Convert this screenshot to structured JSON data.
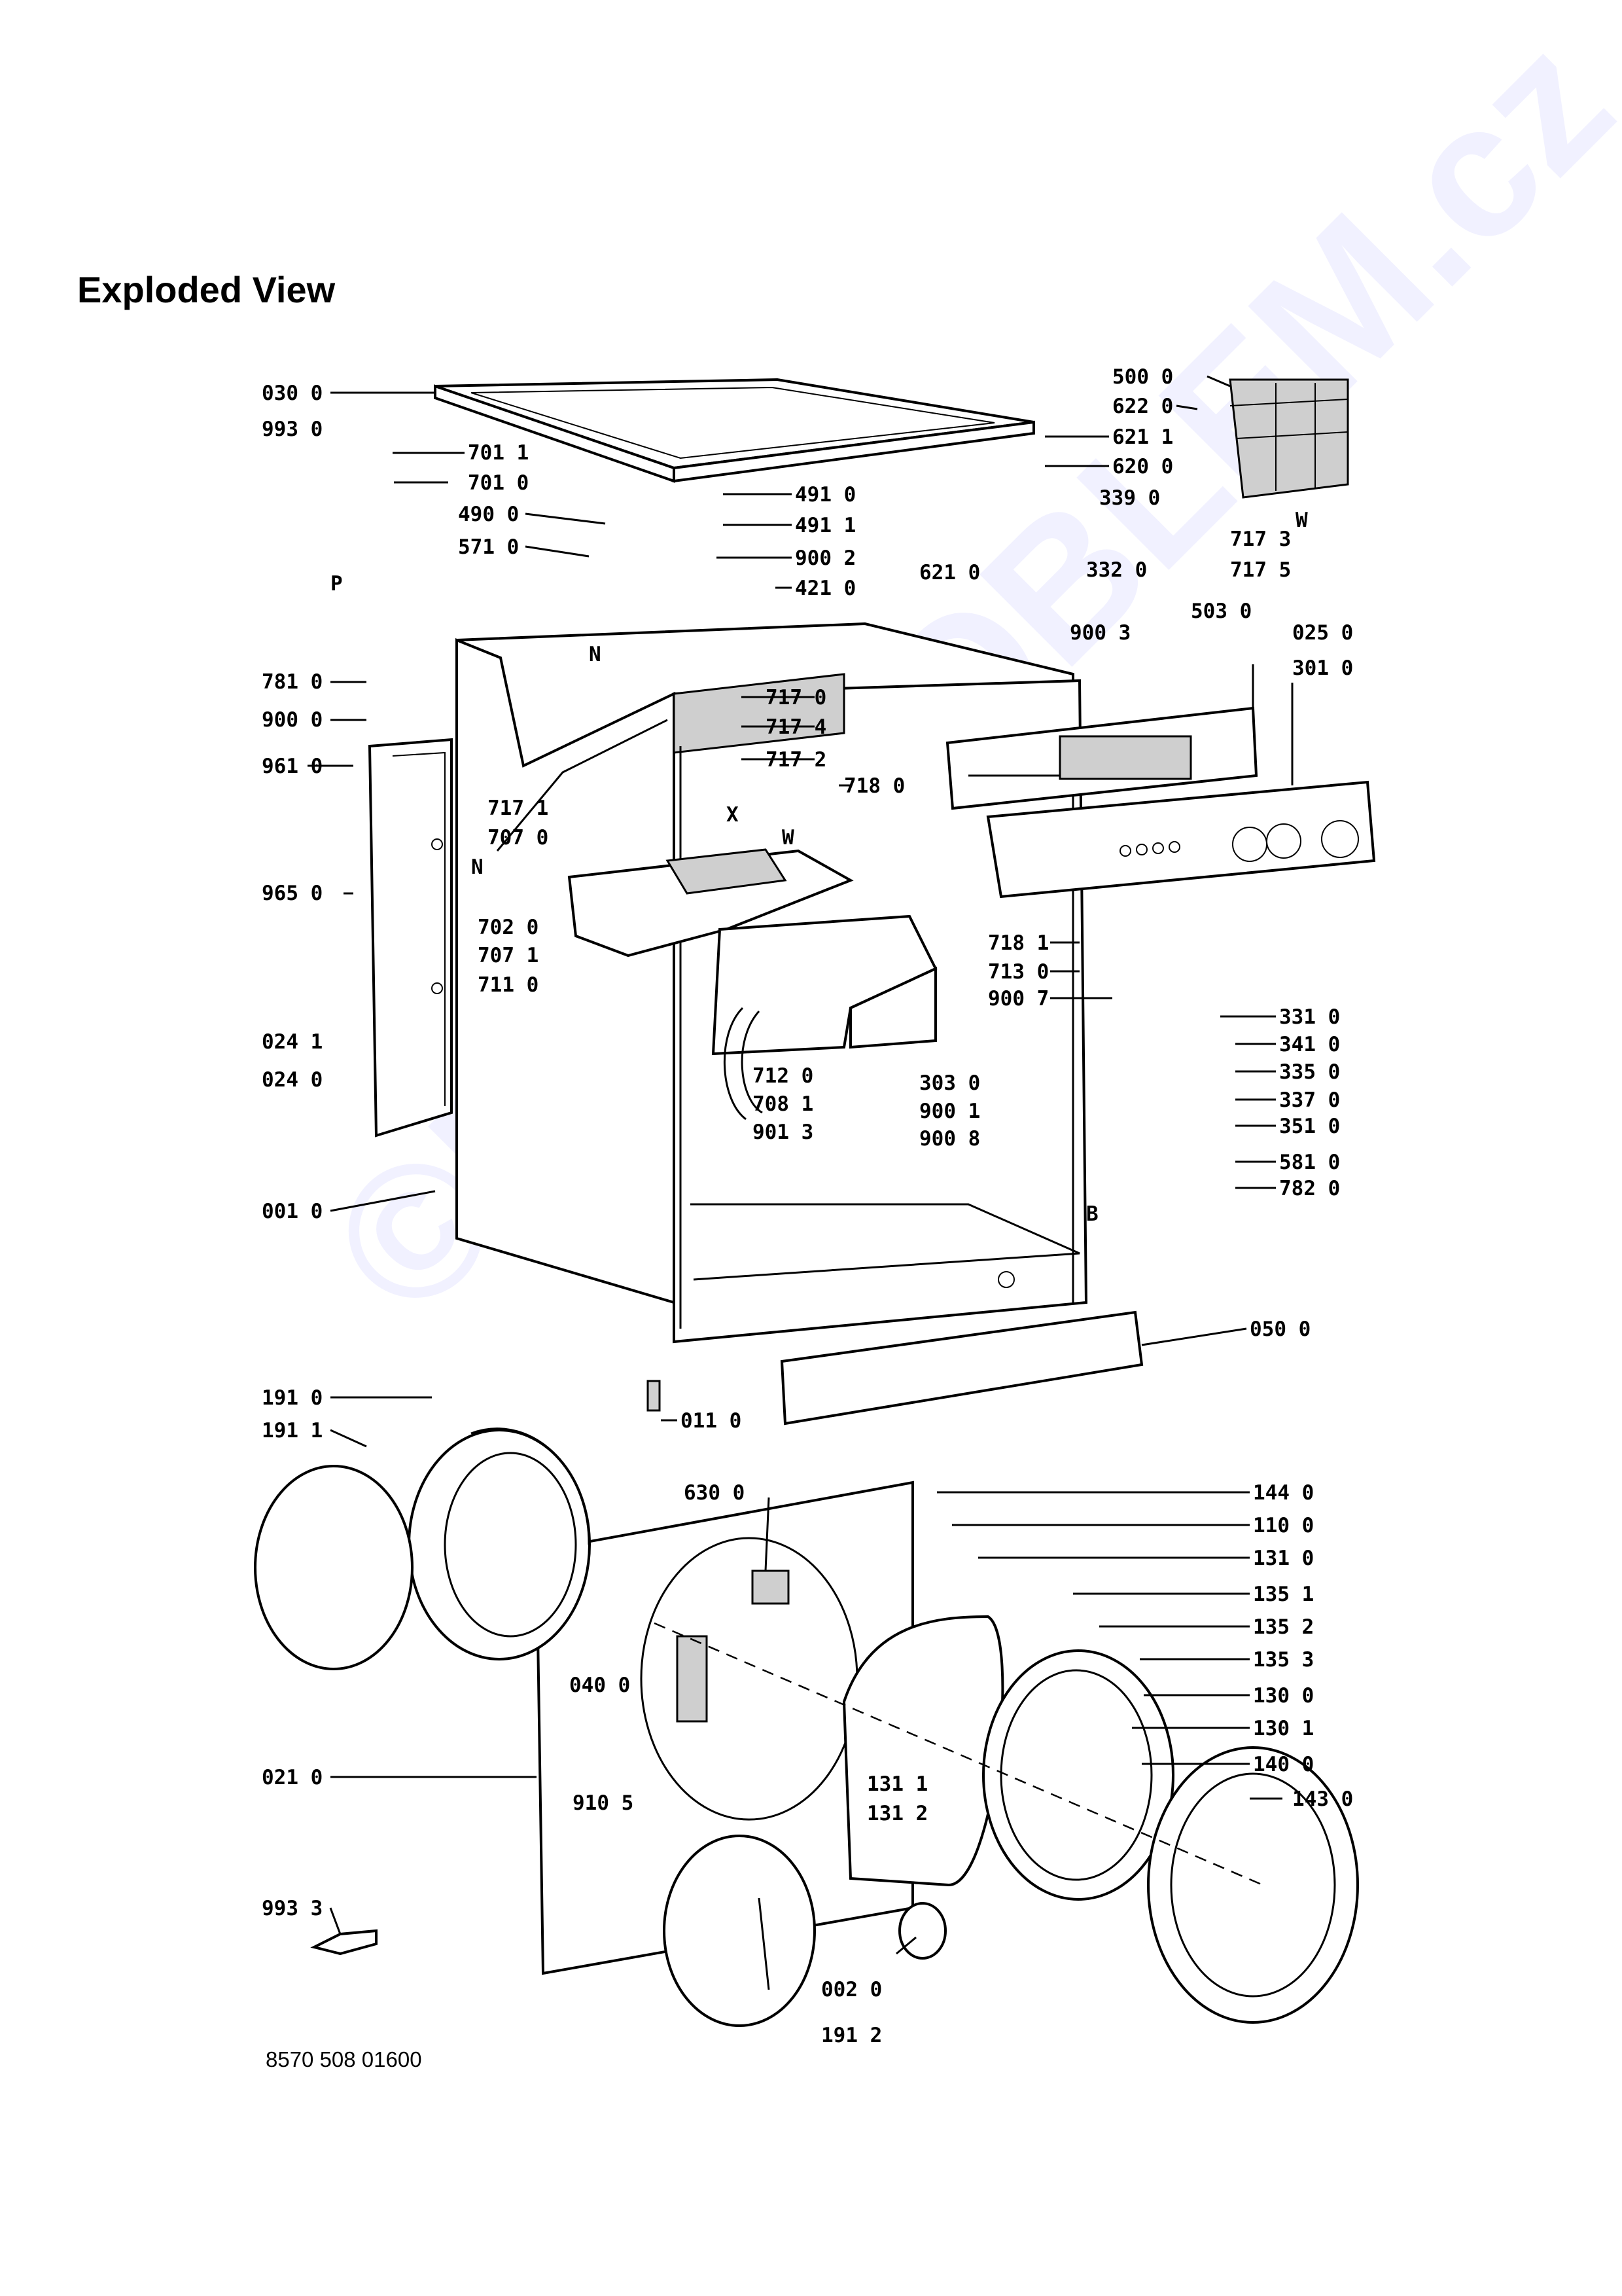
{
  "title": "Exploded View",
  "document_number": "8570 508 01600",
  "watermark": "©DIY-PROBLEM.cz",
  "callouts": [
    {
      "label": "030 0"
    },
    {
      "label": "993 0"
    },
    {
      "label": "701 1"
    },
    {
      "label": "701 0"
    },
    {
      "label": "490 0"
    },
    {
      "label": "491 0"
    },
    {
      "label": "491 1"
    },
    {
      "label": "571 0"
    },
    {
      "label": "900 2"
    },
    {
      "label": "421 0"
    },
    {
      "label": "500 0"
    },
    {
      "label": "622 0"
    },
    {
      "label": "621 1"
    },
    {
      "label": "620 0"
    },
    {
      "label": "339 0"
    },
    {
      "label": "621 0"
    },
    {
      "label": "332 0"
    },
    {
      "label": "717 3"
    },
    {
      "label": "717 5"
    },
    {
      "label": "900 3"
    },
    {
      "label": "503 0"
    },
    {
      "label": "025 0"
    },
    {
      "label": "301 0"
    },
    {
      "label": "781 0"
    },
    {
      "label": "900 0"
    },
    {
      "label": "717 0"
    },
    {
      "label": "717 4"
    },
    {
      "label": "717 2"
    },
    {
      "label": "961 0"
    },
    {
      "label": "718 0"
    },
    {
      "label": "717 1"
    },
    {
      "label": "707 0"
    },
    {
      "label": "965 0"
    },
    {
      "label": "702 0"
    },
    {
      "label": "707 1"
    },
    {
      "label": "711 0"
    },
    {
      "label": "718 1"
    },
    {
      "label": "713 0"
    },
    {
      "label": "900 7"
    },
    {
      "label": "024 1"
    },
    {
      "label": "024 0"
    },
    {
      "label": "712 0"
    },
    {
      "label": "708 1"
    },
    {
      "label": "901 3"
    },
    {
      "label": "303 0"
    },
    {
      "label": "900 1"
    },
    {
      "label": "900 8"
    },
    {
      "label": "331 0"
    },
    {
      "label": "341 0"
    },
    {
      "label": "335 0"
    },
    {
      "label": "337 0"
    },
    {
      "label": "351 0"
    },
    {
      "label": "581 0"
    },
    {
      "label": "782 0"
    },
    {
      "label": "001 0"
    },
    {
      "label": "050 0"
    },
    {
      "label": "191 0"
    },
    {
      "label": "191 1"
    },
    {
      "label": "011 0"
    },
    {
      "label": "630 0"
    },
    {
      "label": "144 0"
    },
    {
      "label": "110 0"
    },
    {
      "label": "131 0"
    },
    {
      "label": "135 1"
    },
    {
      "label": "135 2"
    },
    {
      "label": "135 3"
    },
    {
      "label": "040 0"
    },
    {
      "label": "130 0"
    },
    {
      "label": "130 1"
    },
    {
      "label": "140 0"
    },
    {
      "label": "021 0"
    },
    {
      "label": "910 5"
    },
    {
      "label": "131 1"
    },
    {
      "label": "131 2"
    },
    {
      "label": "143 0"
    },
    {
      "label": "993 3"
    },
    {
      "label": "002 0"
    },
    {
      "label": "191 2"
    }
  ],
  "letters": [
    {
      "label": "P"
    },
    {
      "label": "N"
    },
    {
      "label": "W"
    },
    {
      "label": "X"
    },
    {
      "label": "W"
    },
    {
      "label": "N"
    },
    {
      "label": "B"
    }
  ]
}
